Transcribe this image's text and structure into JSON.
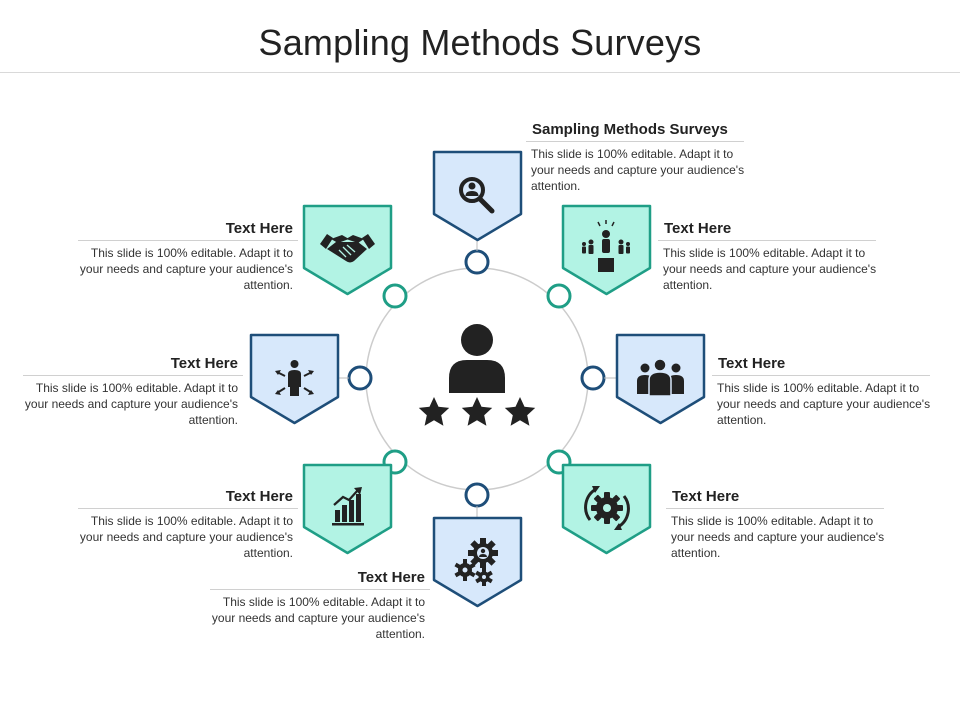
{
  "title": "Sampling Methods Surveys",
  "colors": {
    "blue_fill": "#d7e8fb",
    "blue_stroke": "#1e4e79",
    "teal_fill": "#b2f3e4",
    "teal_stroke": "#1f9e86",
    "icon": "#222222",
    "ring": "#cccccc"
  },
  "center_icon": "user-with-three-stars-icon",
  "items": [
    {
      "id": "top",
      "heading": "Sampling Methods Surveys",
      "text": "This slide is 100% editable. Adapt it to your needs and capture your audience's attention.",
      "icon": "magnifier-person-icon",
      "style": "blue"
    },
    {
      "id": "upper-right",
      "heading": "Text Here",
      "text": "This slide is 100% editable. Adapt it to your needs and capture your audience's attention.",
      "icon": "leader-team-icon",
      "style": "teal"
    },
    {
      "id": "right",
      "heading": "Text Here",
      "text": "This slide is 100% editable. Adapt it to your needs and capture your audience's attention.",
      "icon": "group-people-icon",
      "style": "blue"
    },
    {
      "id": "lower-right",
      "heading": "Text Here",
      "text": "This slide is 100% editable. Adapt it to your needs and capture your audience's attention.",
      "icon": "gear-cycle-icon",
      "style": "teal"
    },
    {
      "id": "bottom",
      "heading": "Text Here",
      "text": "This slide is 100% editable. Adapt it to your needs and capture your audience's attention.",
      "icon": "gears-person-icon",
      "style": "blue"
    },
    {
      "id": "lower-left",
      "heading": "Text Here",
      "text": "This slide is 100% editable. Adapt it to your needs and capture your audience's attention.",
      "icon": "growth-chart-icon",
      "style": "teal"
    },
    {
      "id": "left",
      "heading": "Text Here",
      "text": "This slide is 100% editable. Adapt it to your needs and capture your audience's attention.",
      "icon": "person-arrows-icon",
      "style": "blue"
    },
    {
      "id": "upper-left",
      "heading": "Text Here",
      "text": "This slide is 100% editable. Adapt it to your needs and capture your audience's attention.",
      "icon": "handshake-icon",
      "style": "teal"
    }
  ]
}
